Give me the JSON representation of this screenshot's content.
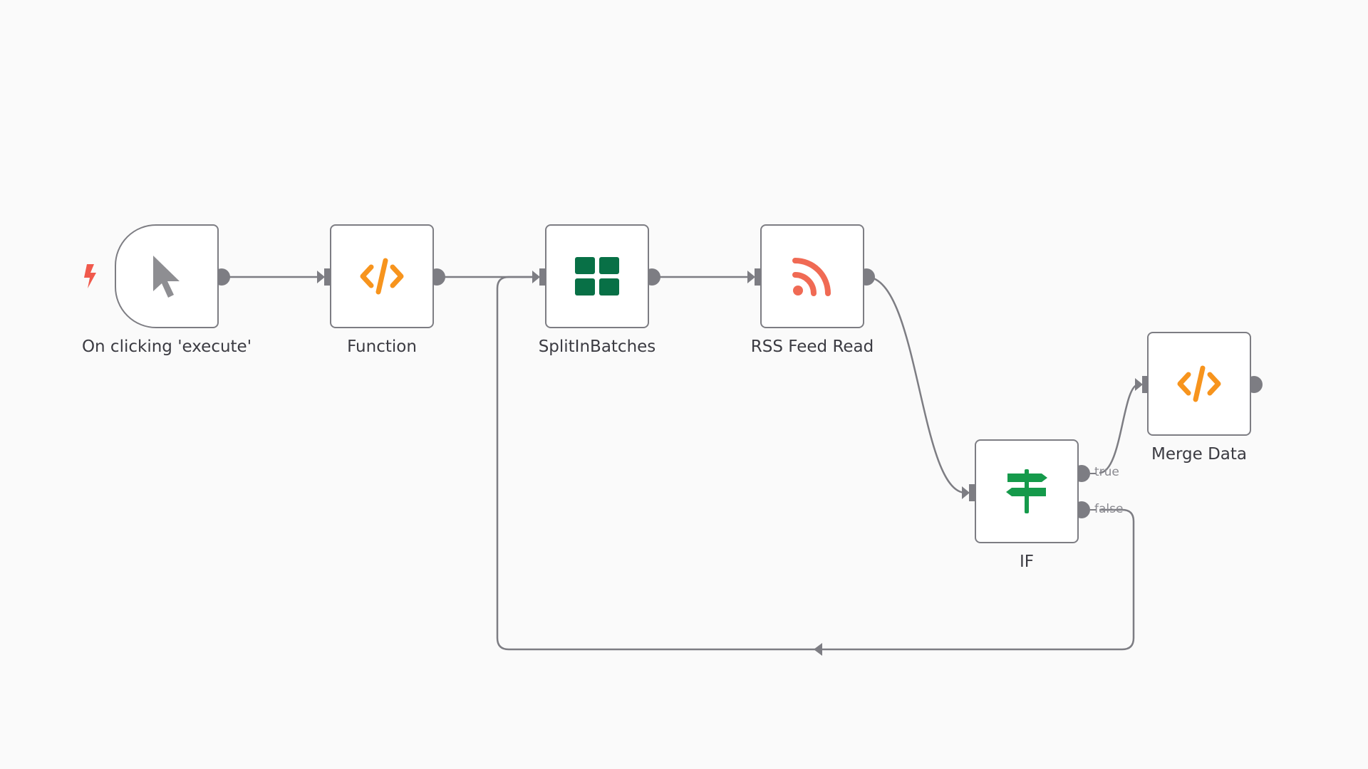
{
  "nodes": {
    "trigger": {
      "label": "On clicking 'execute'",
      "icon": "cursor-icon"
    },
    "function": {
      "label": "Function",
      "icon": "code-icon"
    },
    "split": {
      "label": "SplitInBatches",
      "icon": "grid-icon"
    },
    "rss": {
      "label": "RSS Feed Read",
      "icon": "rss-icon"
    },
    "if": {
      "label": "IF",
      "icon": "signpost-icon",
      "outputs": {
        "true": "true",
        "false": "false"
      }
    },
    "merge": {
      "label": "Merge Data",
      "icon": "code-icon"
    }
  },
  "colors": {
    "background": "#fafafa",
    "edge": "#7d7d83",
    "code": "#f7941d",
    "split": "#087046",
    "rss": "#f06a54",
    "if": "#159a4b",
    "trigger_bolt": "#f0594c",
    "cursor": "#8e8e92"
  }
}
